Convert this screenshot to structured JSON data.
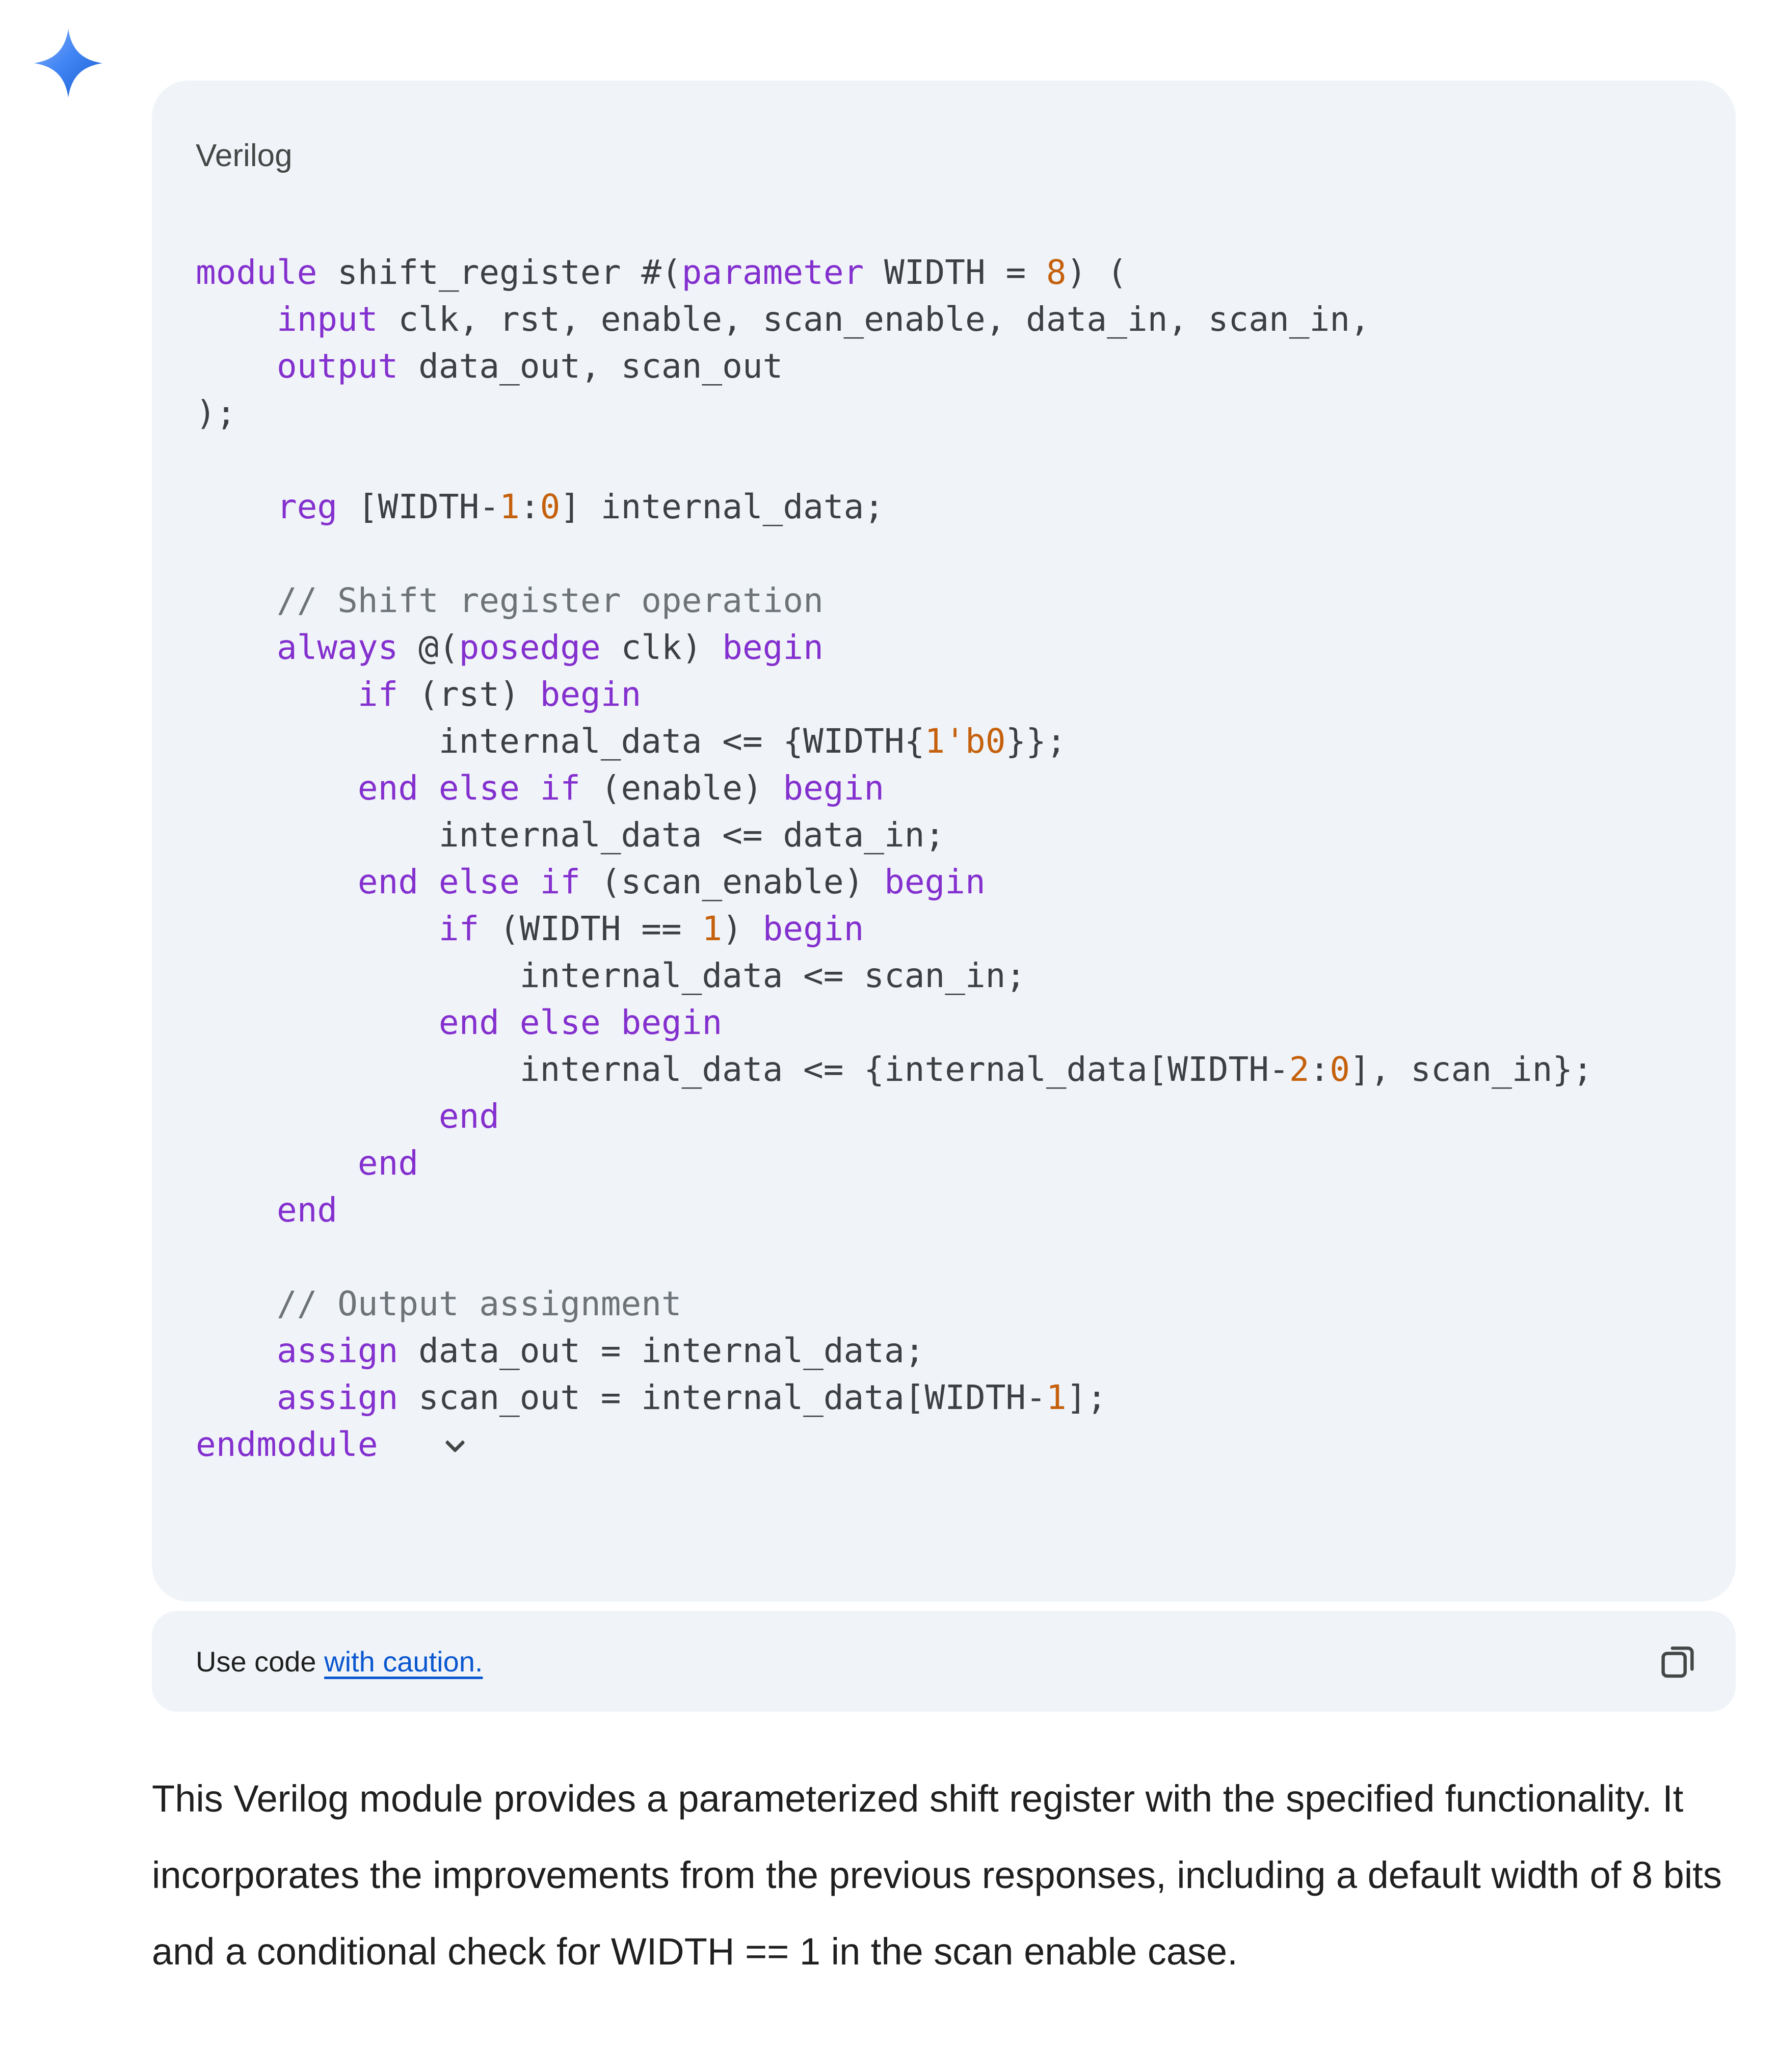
{
  "avatar": {
    "icon": "gemini-sparkle-icon"
  },
  "code_card": {
    "language_label": "Verilog",
    "collapse_icon": "chevron-down-icon",
    "footer": {
      "prefix": "Use code ",
      "link_text": "with caution.",
      "copy_icon": "copy-icon"
    }
  },
  "colors": {
    "card_background": "#f0f4f9",
    "keyword": "#8430ce",
    "number": "#c5610c",
    "comment": "#6e7377",
    "code_text": "#3c4043",
    "link": "#0b57d0"
  },
  "code": {
    "lines": [
      [
        {
          "t": "module",
          "c": "kw"
        },
        {
          "t": " shift_register #(",
          "c": "pl"
        },
        {
          "t": "parameter",
          "c": "kw"
        },
        {
          "t": " WIDTH = ",
          "c": "pl"
        },
        {
          "t": "8",
          "c": "num"
        },
        {
          "t": ") (",
          "c": "pl"
        }
      ],
      [
        {
          "t": "    ",
          "c": "pl"
        },
        {
          "t": "input",
          "c": "kw"
        },
        {
          "t": " clk, rst, enable, scan_enable, data_in, scan_in,",
          "c": "pl"
        }
      ],
      [
        {
          "t": "    ",
          "c": "pl"
        },
        {
          "t": "output",
          "c": "kw"
        },
        {
          "t": " data_out, scan_out",
          "c": "pl"
        }
      ],
      [
        {
          "t": ");",
          "c": "pl"
        }
      ],
      [
        {
          "t": " ",
          "c": "pl"
        }
      ],
      [
        {
          "t": "    ",
          "c": "pl"
        },
        {
          "t": "reg",
          "c": "kw"
        },
        {
          "t": " [WIDTH-",
          "c": "pl"
        },
        {
          "t": "1",
          "c": "num"
        },
        {
          "t": ":",
          "c": "pl"
        },
        {
          "t": "0",
          "c": "num"
        },
        {
          "t": "] internal_data;",
          "c": "pl"
        }
      ],
      [
        {
          "t": " ",
          "c": "pl"
        }
      ],
      [
        {
          "t": "    ",
          "c": "pl"
        },
        {
          "t": "// Shift register operation",
          "c": "cm"
        }
      ],
      [
        {
          "t": "    ",
          "c": "pl"
        },
        {
          "t": "always",
          "c": "kw"
        },
        {
          "t": " @(",
          "c": "pl"
        },
        {
          "t": "posedge",
          "c": "kw"
        },
        {
          "t": " clk) ",
          "c": "pl"
        },
        {
          "t": "begin",
          "c": "kw"
        }
      ],
      [
        {
          "t": "        ",
          "c": "pl"
        },
        {
          "t": "if",
          "c": "kw"
        },
        {
          "t": " (rst) ",
          "c": "pl"
        },
        {
          "t": "begin",
          "c": "kw"
        }
      ],
      [
        {
          "t": "            internal_data <= {WIDTH{",
          "c": "pl"
        },
        {
          "t": "1'b0",
          "c": "num"
        },
        {
          "t": "}};",
          "c": "pl"
        }
      ],
      [
        {
          "t": "        ",
          "c": "pl"
        },
        {
          "t": "end",
          "c": "kw"
        },
        {
          "t": " ",
          "c": "pl"
        },
        {
          "t": "else",
          "c": "kw"
        },
        {
          "t": " ",
          "c": "pl"
        },
        {
          "t": "if",
          "c": "kw"
        },
        {
          "t": " (enable) ",
          "c": "pl"
        },
        {
          "t": "begin",
          "c": "kw"
        }
      ],
      [
        {
          "t": "            internal_data <= data_in;",
          "c": "pl"
        }
      ],
      [
        {
          "t": "        ",
          "c": "pl"
        },
        {
          "t": "end",
          "c": "kw"
        },
        {
          "t": " ",
          "c": "pl"
        },
        {
          "t": "else",
          "c": "kw"
        },
        {
          "t": " ",
          "c": "pl"
        },
        {
          "t": "if",
          "c": "kw"
        },
        {
          "t": " (scan_enable) ",
          "c": "pl"
        },
        {
          "t": "begin",
          "c": "kw"
        }
      ],
      [
        {
          "t": "            ",
          "c": "pl"
        },
        {
          "t": "if",
          "c": "kw"
        },
        {
          "t": " (WIDTH == ",
          "c": "pl"
        },
        {
          "t": "1",
          "c": "num"
        },
        {
          "t": ") ",
          "c": "pl"
        },
        {
          "t": "begin",
          "c": "kw"
        }
      ],
      [
        {
          "t": "                internal_data <= scan_in;",
          "c": "pl"
        }
      ],
      [
        {
          "t": "            ",
          "c": "pl"
        },
        {
          "t": "end",
          "c": "kw"
        },
        {
          "t": " ",
          "c": "pl"
        },
        {
          "t": "else",
          "c": "kw"
        },
        {
          "t": " ",
          "c": "pl"
        },
        {
          "t": "begin",
          "c": "kw"
        }
      ],
      [
        {
          "t": "                internal_data <= {internal_data[WIDTH-",
          "c": "pl"
        },
        {
          "t": "2",
          "c": "num"
        },
        {
          "t": ":",
          "c": "pl"
        },
        {
          "t": "0",
          "c": "num"
        },
        {
          "t": "], scan_in};",
          "c": "pl"
        }
      ],
      [
        {
          "t": "            ",
          "c": "pl"
        },
        {
          "t": "end",
          "c": "kw"
        }
      ],
      [
        {
          "t": "        ",
          "c": "pl"
        },
        {
          "t": "end",
          "c": "kw"
        }
      ],
      [
        {
          "t": "    ",
          "c": "pl"
        },
        {
          "t": "end",
          "c": "kw"
        }
      ],
      [
        {
          "t": " ",
          "c": "pl"
        }
      ],
      [
        {
          "t": "    ",
          "c": "pl"
        },
        {
          "t": "// Output assignment",
          "c": "cm"
        }
      ],
      [
        {
          "t": "    ",
          "c": "pl"
        },
        {
          "t": "assign",
          "c": "kw"
        },
        {
          "t": " data_out = internal_data;",
          "c": "pl"
        }
      ],
      [
        {
          "t": "    ",
          "c": "pl"
        },
        {
          "t": "assign",
          "c": "kw"
        },
        {
          "t": " scan_out = internal_data[WIDTH-",
          "c": "pl"
        },
        {
          "t": "1",
          "c": "num"
        },
        {
          "t": "];",
          "c": "pl"
        }
      ],
      [
        {
          "t": "endmodule",
          "c": "kw"
        },
        {
          "t": "   ",
          "c": "pl"
        },
        {
          "t": "",
          "c": "chev",
          "name": "collapse-code-icon",
          "inter": "true"
        }
      ]
    ]
  },
  "explanation": "This Verilog module provides a parameterized shift register with the specified functionality. It incorporates the improvements from the previous responses, including a default width of 8 bits and a conditional check for WIDTH == 1 in the scan enable case."
}
